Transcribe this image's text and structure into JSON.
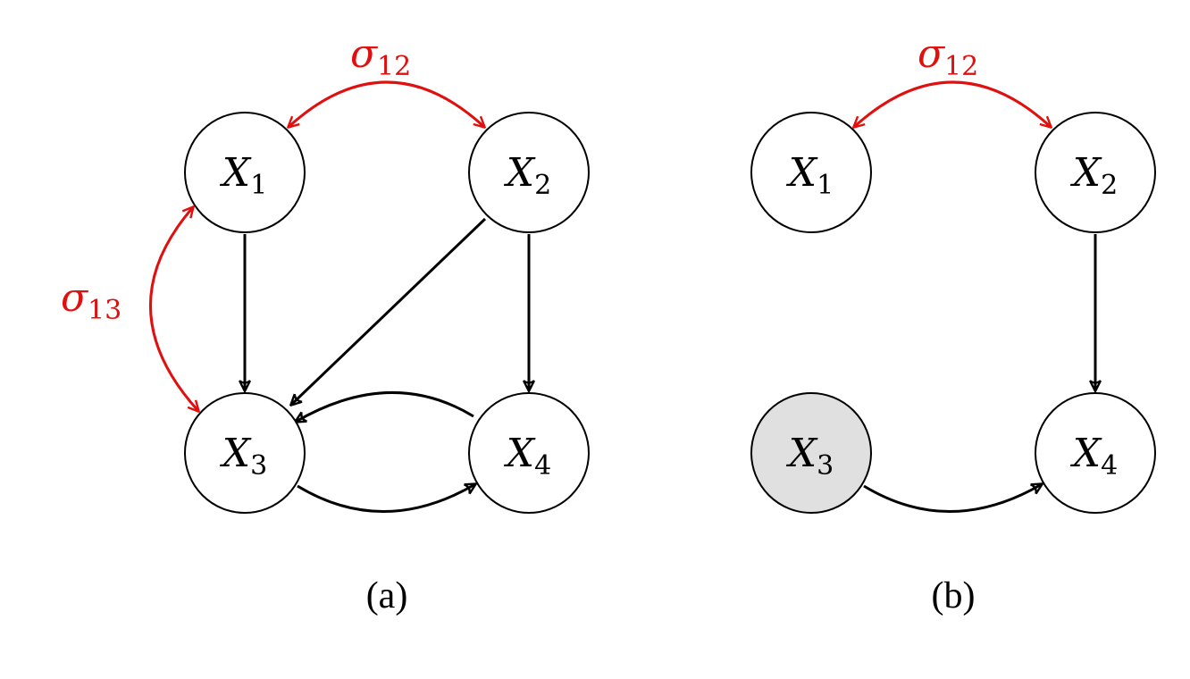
{
  "panels": [
    {
      "caption": "(a)",
      "nodes": [
        {
          "id": "X1",
          "var": "X",
          "sub": "1",
          "shaded": false
        },
        {
          "id": "X2",
          "var": "X",
          "sub": "2",
          "shaded": false
        },
        {
          "id": "X3",
          "var": "X",
          "sub": "3",
          "shaded": false
        },
        {
          "id": "X4",
          "var": "X",
          "sub": "4",
          "shaded": false
        }
      ],
      "directed_edges": [
        {
          "from": "X1",
          "to": "X3"
        },
        {
          "from": "X2",
          "to": "X3"
        },
        {
          "from": "X2",
          "to": "X4"
        },
        {
          "from": "X4",
          "to": "X3"
        },
        {
          "from": "X3",
          "to": "X4"
        }
      ],
      "bidirected_edges": [
        {
          "between": [
            "X1",
            "X2"
          ],
          "label_sym": "σ",
          "label_sub": "12"
        },
        {
          "between": [
            "X1",
            "X3"
          ],
          "label_sym": "σ",
          "label_sub": "13"
        }
      ]
    },
    {
      "caption": "(b)",
      "nodes": [
        {
          "id": "X1",
          "var": "X",
          "sub": "1",
          "shaded": false
        },
        {
          "id": "X2",
          "var": "X",
          "sub": "2",
          "shaded": false
        },
        {
          "id": "X3",
          "var": "X",
          "sub": "3",
          "shaded": true
        },
        {
          "id": "X4",
          "var": "X",
          "sub": "4",
          "shaded": false
        }
      ],
      "directed_edges": [
        {
          "from": "X2",
          "to": "X4"
        },
        {
          "from": "X3",
          "to": "X4"
        }
      ],
      "bidirected_edges": [
        {
          "between": [
            "X1",
            "X2"
          ],
          "label_sym": "σ",
          "label_sub": "12"
        }
      ]
    }
  ],
  "colors": {
    "edge": "#000000",
    "bidirected": "#e0100f",
    "shaded_node": "#e0e0e0"
  }
}
